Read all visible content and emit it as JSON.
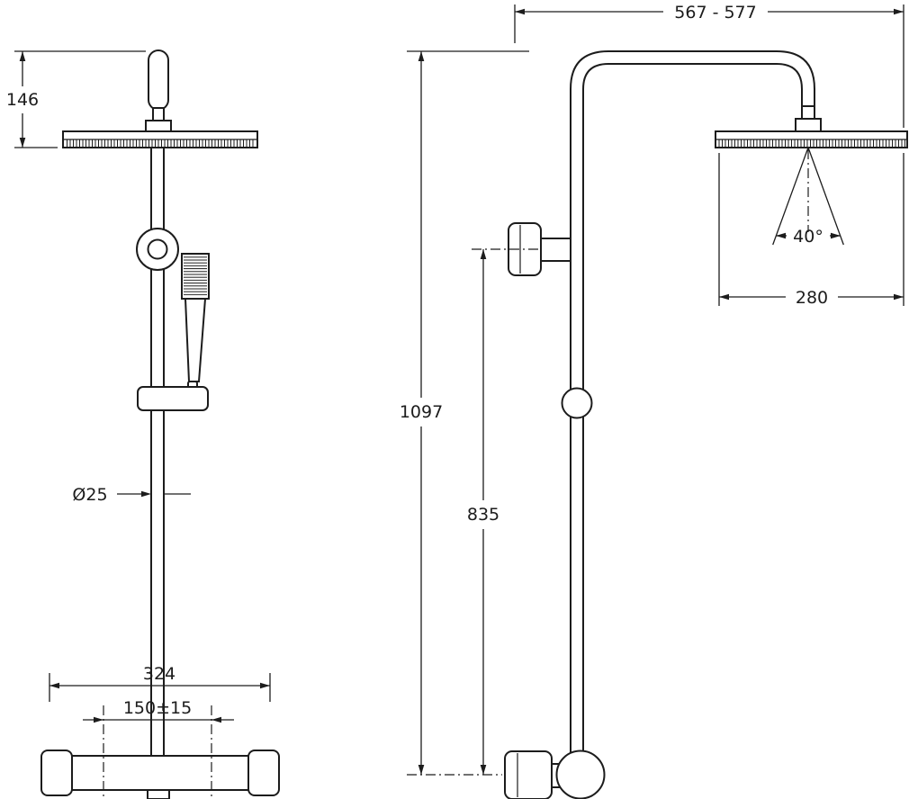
{
  "drawing": {
    "front_view": {
      "head_to_top_offset": "146",
      "pipe_diameter": "Ø25",
      "mixer_body_width": "324",
      "inlet_center_distance": "150±15"
    },
    "side_view": {
      "horizontal_reach": "567 - 577",
      "column_total_height": "1097",
      "bracket_center_height": "835",
      "head_spray_width": "280",
      "spray_cone_angle": "40°"
    },
    "colors": {
      "line": "#1c1c1c",
      "background": "#ffffff"
    }
  }
}
